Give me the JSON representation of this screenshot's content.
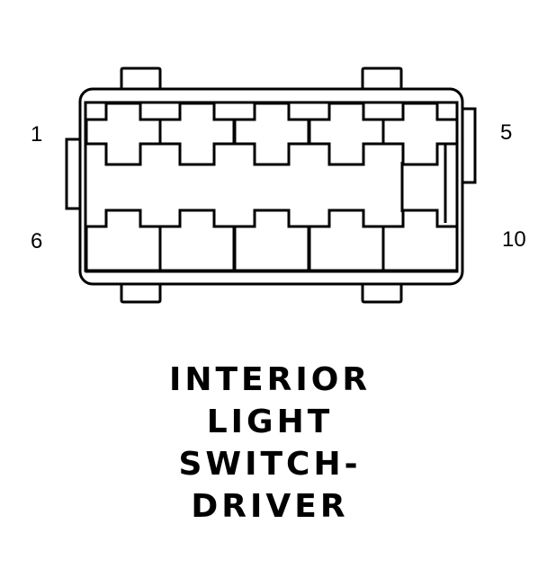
{
  "pin_labels": {
    "top_left": "1",
    "top_right": "5",
    "bottom_left": "6",
    "bottom_right": "10"
  },
  "caption": {
    "line1": "INTERIOR",
    "line2": "LIGHT",
    "line3": "SWITCH-",
    "line4": "DRIVER"
  },
  "colors": {
    "stroke": "#000000",
    "background": "#ffffff"
  }
}
